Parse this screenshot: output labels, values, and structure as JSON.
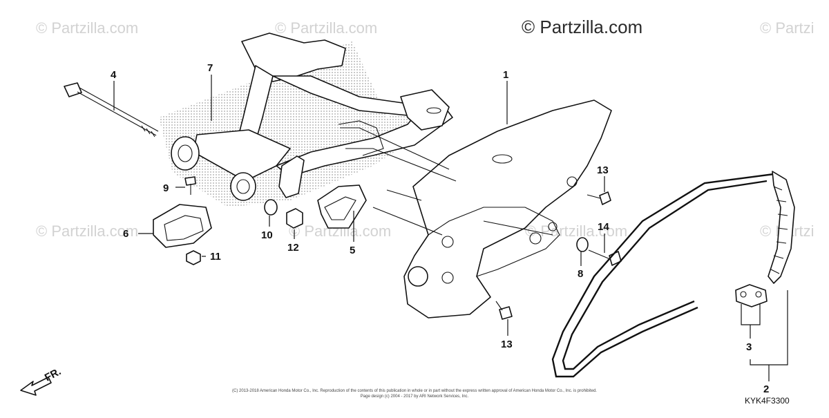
{
  "watermarks": {
    "main": "© Partzilla.com",
    "faint": "© Partzilla.com",
    "edge": "© Partzi"
  },
  "callouts": [
    {
      "id": "1",
      "label": "1"
    },
    {
      "id": "2",
      "label": "2"
    },
    {
      "id": "3",
      "label": "3"
    },
    {
      "id": "4",
      "label": "4"
    },
    {
      "id": "5",
      "label": "5"
    },
    {
      "id": "6",
      "label": "6"
    },
    {
      "id": "7",
      "label": "7"
    },
    {
      "id": "8",
      "label": "8"
    },
    {
      "id": "9",
      "label": "9"
    },
    {
      "id": "10",
      "label": "10"
    },
    {
      "id": "11",
      "label": "11"
    },
    {
      "id": "12",
      "label": "12"
    },
    {
      "id": "13a",
      "label": "13"
    },
    {
      "id": "13b",
      "label": "13"
    },
    {
      "id": "14",
      "label": "14"
    }
  ],
  "direction_label": "FR.",
  "diagram_code": "KYK4F3300",
  "copyright": {
    "line1": "(C) 2013-2018 American Honda Motor Co., Inc. Reproduction of the contents of this publication in whole or in part without the express written approval of American Honda Motor Co., Inc. is prohibited.",
    "line2": "Page design (c) 2004 - 2017 by ARI Network Services, Inc."
  }
}
